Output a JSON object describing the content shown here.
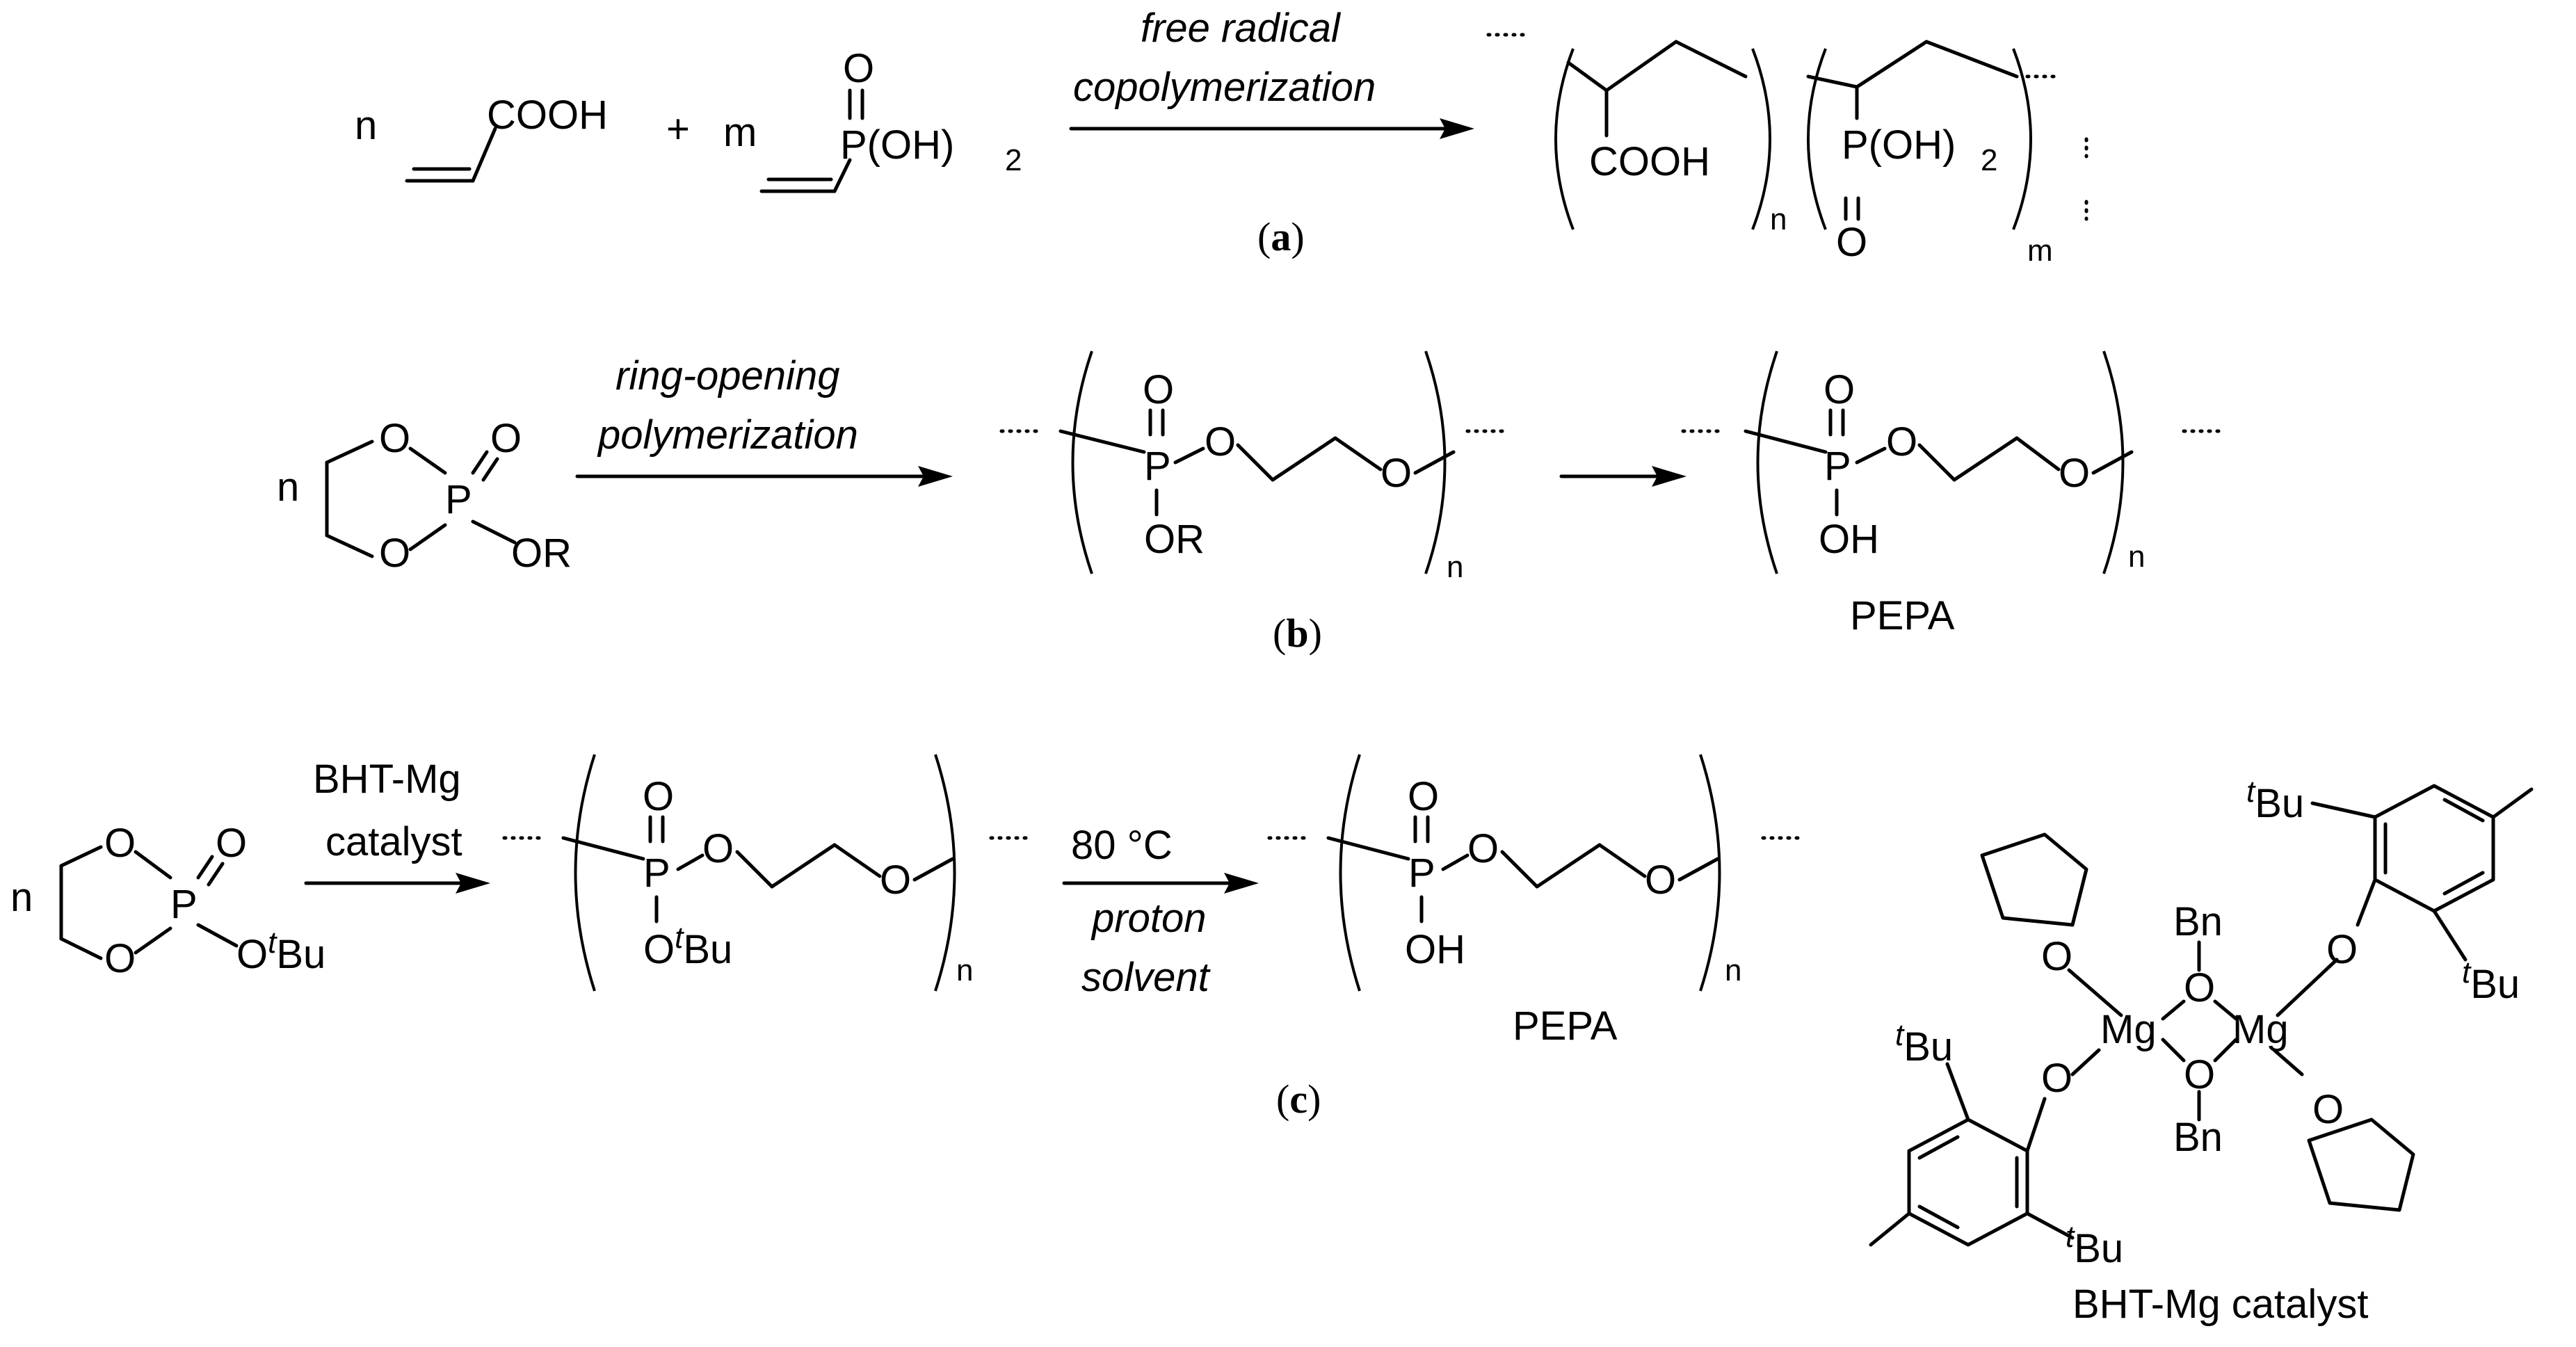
{
  "scheme_a": {
    "coef_n": "n",
    "cooh": "COOH",
    "plus": "+",
    "coef_m": "m",
    "o": "O",
    "p_oh2": "P(OH)",
    "sub_2": "2",
    "arrow_top": "free radical",
    "arrow_bottom": "copolymerization",
    "prod_cooh": "COOH",
    "prod_p": "P(OH)",
    "prod_sub_2": "2",
    "prod_o": "O",
    "rep_n": "n",
    "rep_m": "m",
    "caption_open": "(",
    "caption_letter": "a",
    "caption_close": ")"
  },
  "scheme_b": {
    "coef_n": "n",
    "o1": "O",
    "o2": "O",
    "p": "P",
    "o_dbl": "O",
    "or": "OR",
    "arrow_top": "ring-opening",
    "arrow_bottom": "polymerization",
    "p1": "P",
    "p1_o": "O",
    "p1_or": "OR",
    "p1_oa": "O",
    "p1_ob": "O",
    "rep_n1": "n",
    "p2": "P",
    "p2_o": "O",
    "p2_oh": "OH",
    "p2_oa": "O",
    "p2_ob": "O",
    "rep_n2": "n",
    "pepa": "PEPA",
    "caption_open": "(",
    "caption_letter": "b",
    "caption_close": ")"
  },
  "scheme_c": {
    "coef_n": "n",
    "o1": "O",
    "o2": "O",
    "p": "P",
    "o_dbl": "O",
    "otbu_o": "O",
    "t": "t",
    "bu": "Bu",
    "arrow1_top": "BHT-Mg",
    "arrow1_bottom": "catalyst",
    "p1": "P",
    "p1_o": "O",
    "p1_otbu_o": "O",
    "p1_t": "t",
    "p1_bu": "Bu",
    "p1_oa": "O",
    "p1_ob": "O",
    "rep_n1": "n",
    "arrow2_top": "80 °C",
    "arrow2_mid": "proton",
    "arrow2_bottom": "solvent",
    "p2": "P",
    "p2_o": "O",
    "p2_oh": "OH",
    "p2_oa": "O",
    "p2_ob": "O",
    "rep_n2": "n",
    "pepa": "PEPA",
    "caption_open": "(",
    "caption_letter": "c",
    "caption_close": ")"
  },
  "catalyst": {
    "mg_left": "Mg",
    "mg_right": "Mg",
    "bn_top": "Bn",
    "bn_bottom": "Bn",
    "o_bridge_top": "O",
    "o_bridge_bottom": "O",
    "o_thf_left": "O",
    "o_thf_right": "O",
    "o_aryl_left": "O",
    "o_aryl_right": "O",
    "t": "t",
    "bu": "Bu",
    "label": "BHT-Mg catalyst"
  }
}
